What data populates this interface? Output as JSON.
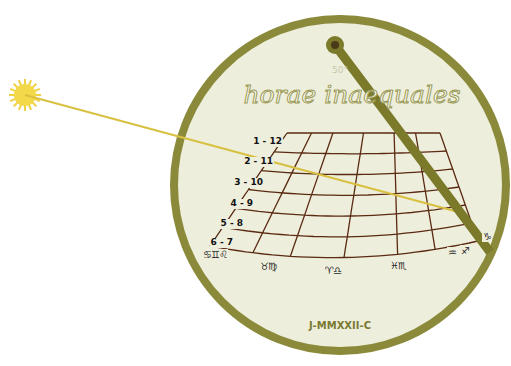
{
  "diagram": {
    "labels": [
      "50°",
      "horae inaequales",
      "1 - 12",
      "2 - 11",
      "3 - 10",
      "4 - 9",
      "5 - 8",
      "6 - 7",
      "♋♊♌",
      "♉♍",
      "♈♎",
      "♓♏",
      "♒",
      "♐",
      "♑",
      "J-MMXXII-C"
    ]
  }
}
